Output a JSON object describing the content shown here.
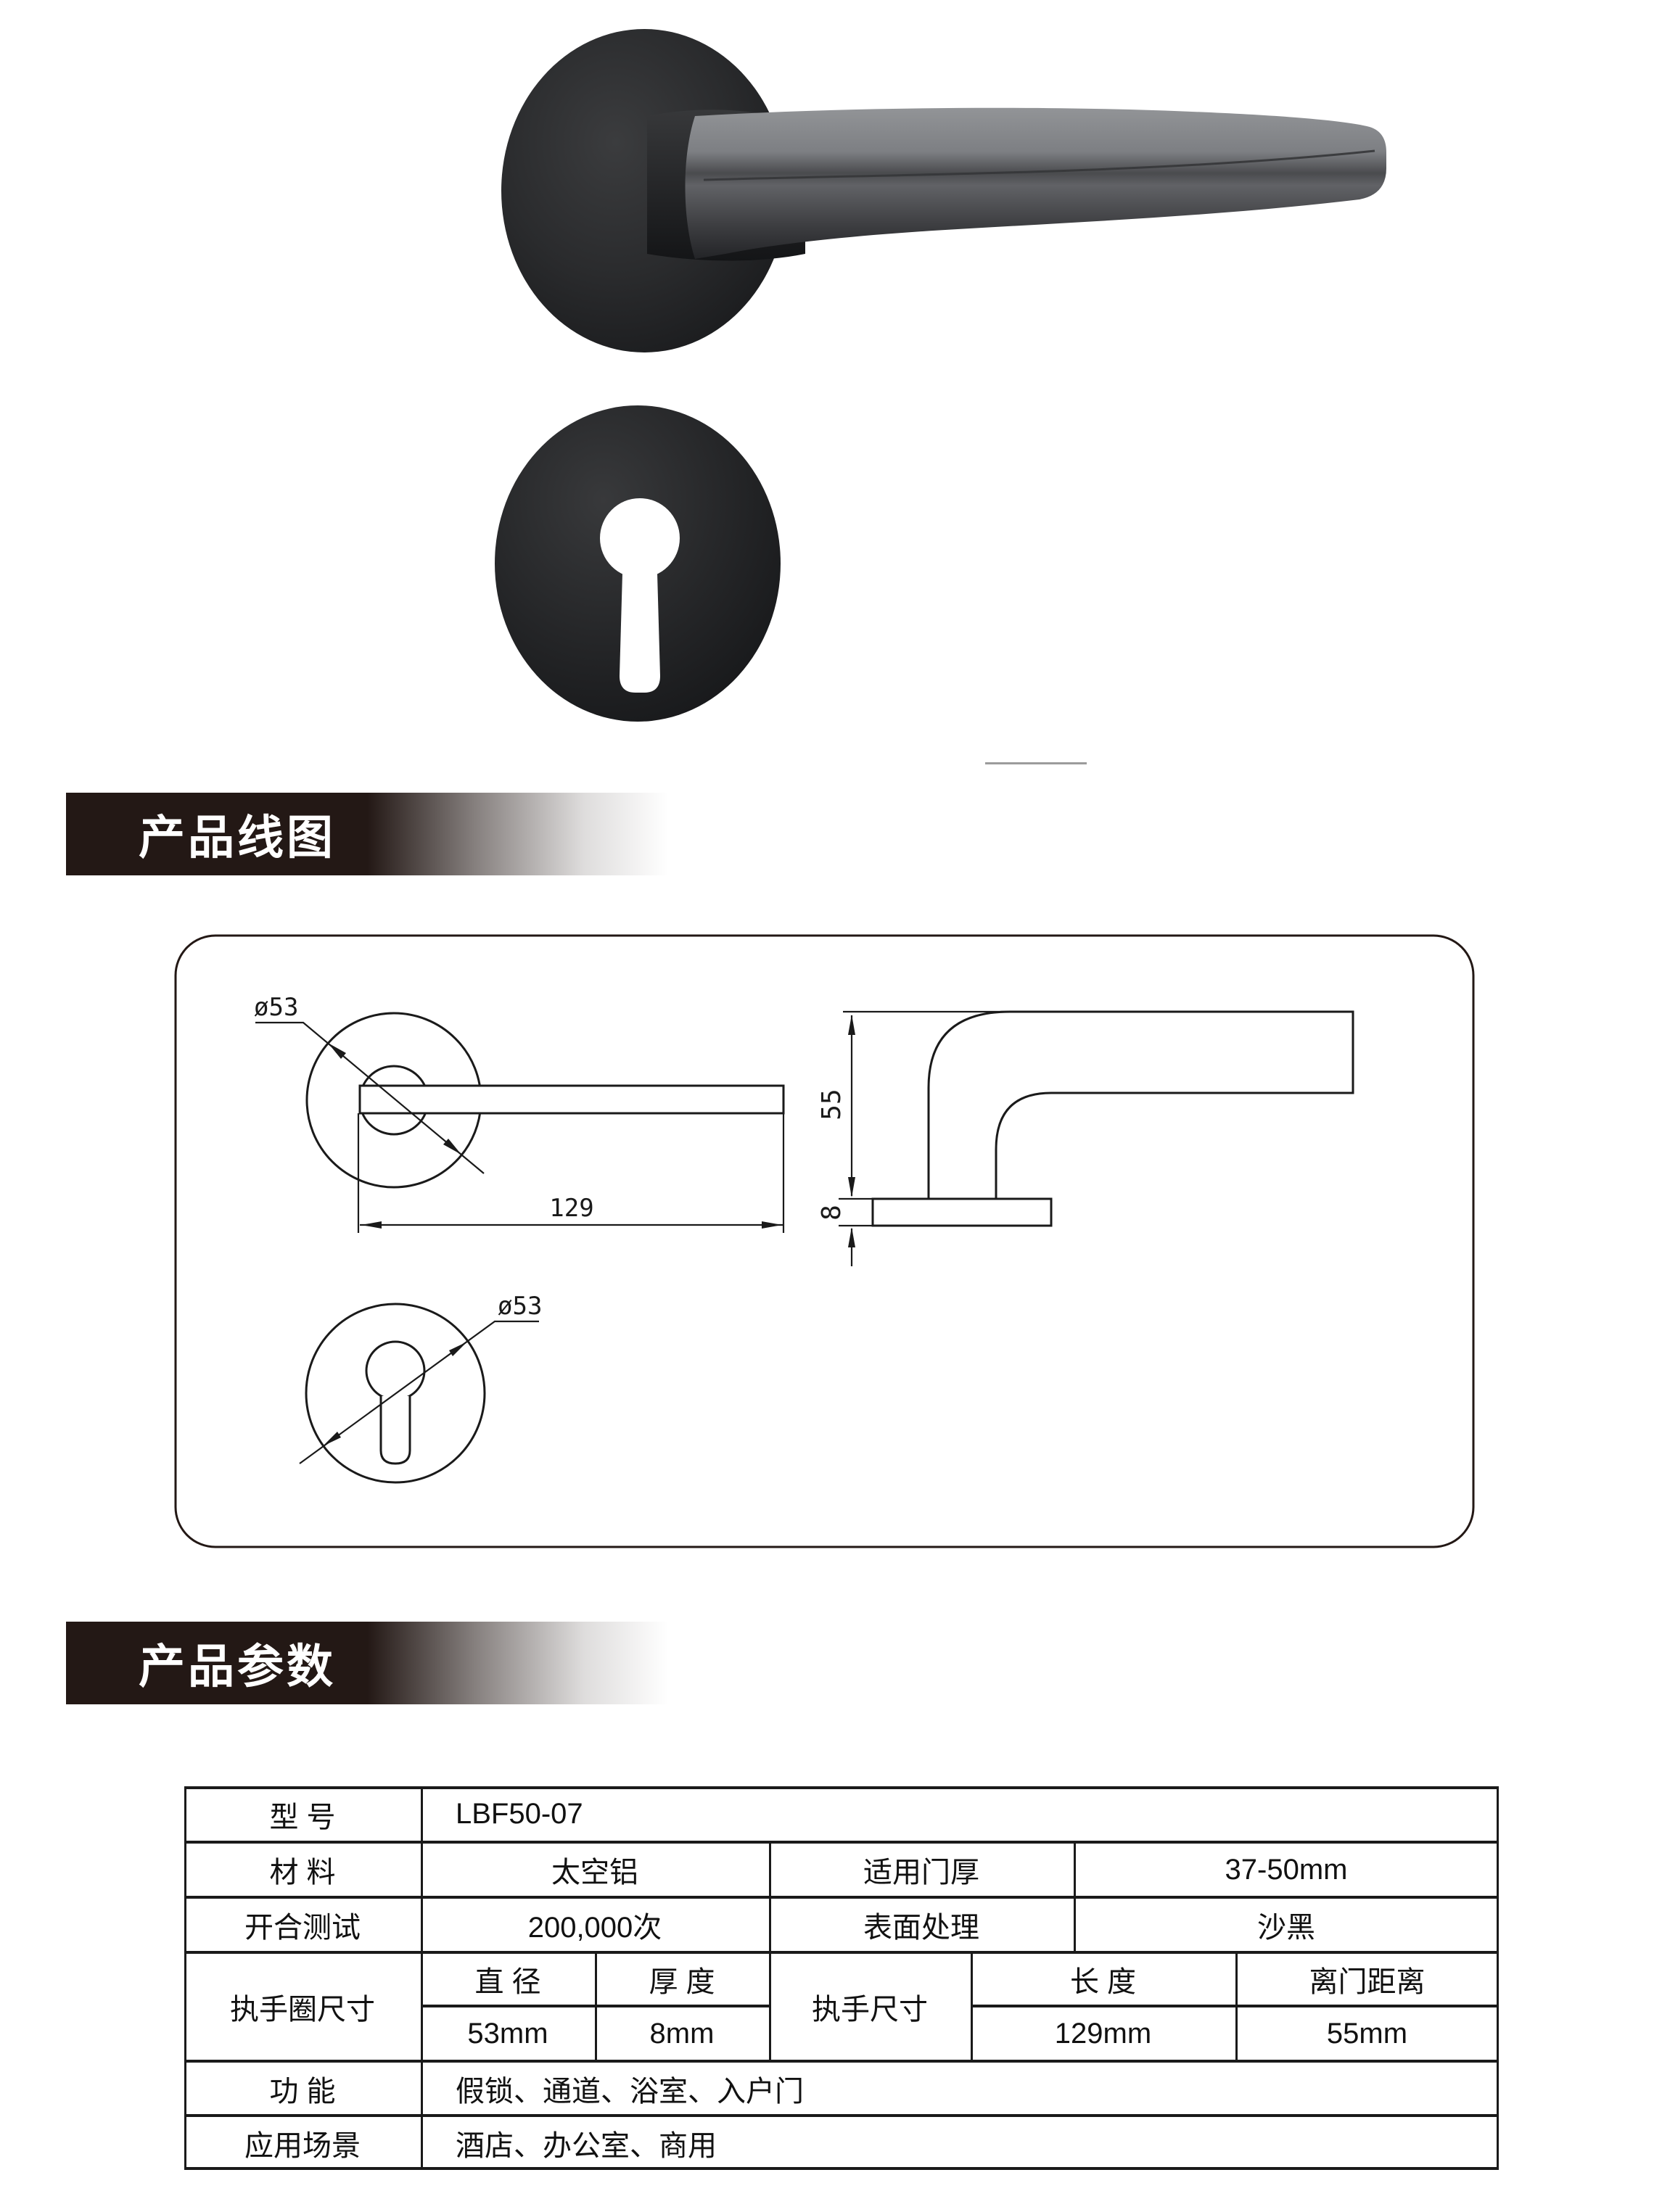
{
  "sections": [
    {
      "title": "产品线图"
    },
    {
      "title": "产品参数"
    }
  ],
  "drawing": {
    "front_diameter": "ø53",
    "front_length": "129",
    "side_height": "55",
    "side_thickness": "8",
    "escutcheon_diameter": "ø53"
  },
  "table": {
    "model_label": "型 号",
    "model_value": "LBF50-07",
    "material_label": "材 料",
    "material_value": "太空铝",
    "door_thickness_label": "适用门厚",
    "door_thickness_value": "37-50mm",
    "cycle_test_label": "开合测试",
    "cycle_test_value": "200,000次",
    "finish_label": "表面处理",
    "finish_value": "沙黑",
    "rosette_label": "执手圈尺寸",
    "diameter_label": "直 径",
    "diameter_value": "53mm",
    "thickness_label": "厚 度",
    "thickness_value": "8mm",
    "handle_label": "执手尺寸",
    "length_label": "长 度",
    "length_value": "129mm",
    "door_distance_label": "离门距离",
    "door_distance_value": "55mm",
    "function_label": "功 能",
    "function_value": "假锁、通道、浴室、入户门",
    "scenario_label": "应用场景",
    "scenario_value": "酒店、办公室、商用"
  },
  "colors": {
    "header_bar": "#231815",
    "line": "#1a1a1a",
    "product_black": "#232427",
    "grey_line": "#9b9b9b"
  }
}
